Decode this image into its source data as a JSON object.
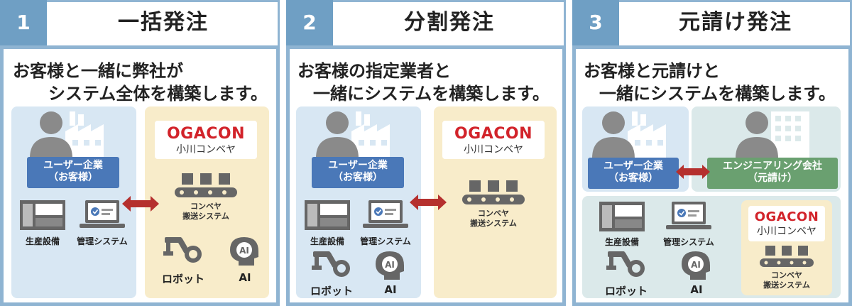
{
  "colors": {
    "header": "#8fb4d2",
    "accent_blue": "#4a78b8",
    "accent_green": "#6aa070",
    "logo_red": "#d2232a",
    "arrow_red": "#b5302e"
  },
  "panels": [
    {
      "number": "1",
      "title": "一括発注",
      "desc_line1": "お客様と一緒に弊社が",
      "desc_line2": "システム全体を構築します。",
      "user_badge_line1": "ユーザー企業",
      "user_badge_line2": "（お客様）",
      "logo": "OGACON",
      "logo_sub": "小川コンベヤ",
      "production": "生産設備",
      "management": "管理システム",
      "conveyor_line1": "コンベヤ",
      "conveyor_line2": "搬送システム",
      "robot": "ロボット",
      "ai": "AI"
    },
    {
      "number": "2",
      "title": "分割発注",
      "desc_line1": "お客様の指定業者と",
      "desc_line2": "一緒にシステムを構築します。",
      "user_badge_line1": "ユーザー企業",
      "user_badge_line2": "（お客様）",
      "logo": "OGACON",
      "logo_sub": "小川コンベヤ",
      "production": "生産設備",
      "management": "管理システム",
      "conveyor_line1": "コンベヤ",
      "conveyor_line2": "搬送システム",
      "robot": "ロボット",
      "ai": "AI"
    },
    {
      "number": "3",
      "title": "元請け発注",
      "desc_line1": "お客様と元請けと",
      "desc_line2": "一緒にシステムを構築します。",
      "user_badge_line1": "ユーザー企業",
      "user_badge_line2": "（お客様）",
      "contractor_line1": "エンジニアリング会社",
      "contractor_line2": "（元請け）",
      "logo": "OGACON",
      "logo_sub": "小川コンベヤ",
      "production": "生産設備",
      "management": "管理システム",
      "conveyor_line1": "コンベヤ",
      "conveyor_line2": "搬送システム",
      "robot": "ロボット",
      "ai": "AI"
    }
  ]
}
